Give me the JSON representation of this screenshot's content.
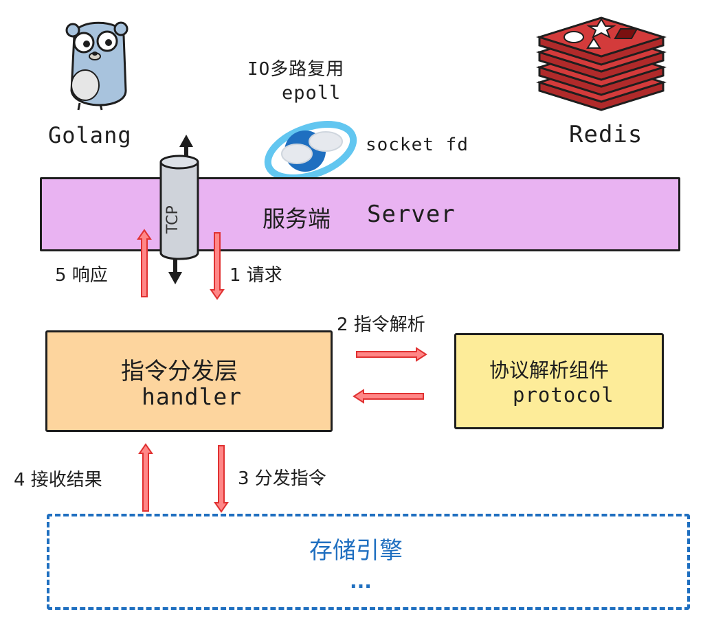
{
  "top": {
    "golang_label": "Golang",
    "redis_label": "Redis",
    "io_multiplex_label": "IO多路复用",
    "epoll_label": "epoll",
    "socket_fd_label": "socket fd"
  },
  "server": {
    "tcp_label": "TCP",
    "title": "服务端",
    "title_en": "Server"
  },
  "steps": {
    "step1": "1 请求",
    "step2": "2 指令解析",
    "step3": "3 分发指令",
    "step4": "4 接收结果",
    "step5": "5 响应"
  },
  "handler": {
    "title": "指令分发层",
    "title_en": "handler"
  },
  "protocol": {
    "title": "协议解析组件",
    "title_en": "protocol"
  },
  "storage": {
    "title": "存储引擎",
    "ellipsis": "..."
  },
  "colors": {
    "server_fill": "#e9b3f2",
    "handler_fill": "#fdd59e",
    "protocol_fill": "#fdec99",
    "storage_border": "#1f6fc0",
    "arrow_red": "#e03131",
    "arrow_red_fill": "#ff8787"
  },
  "icons": {
    "golang": "gopher-icon",
    "redis": "redis-stack-icon",
    "epoll": "ring-cloud-icon",
    "tcp": "cylinder-icon"
  }
}
